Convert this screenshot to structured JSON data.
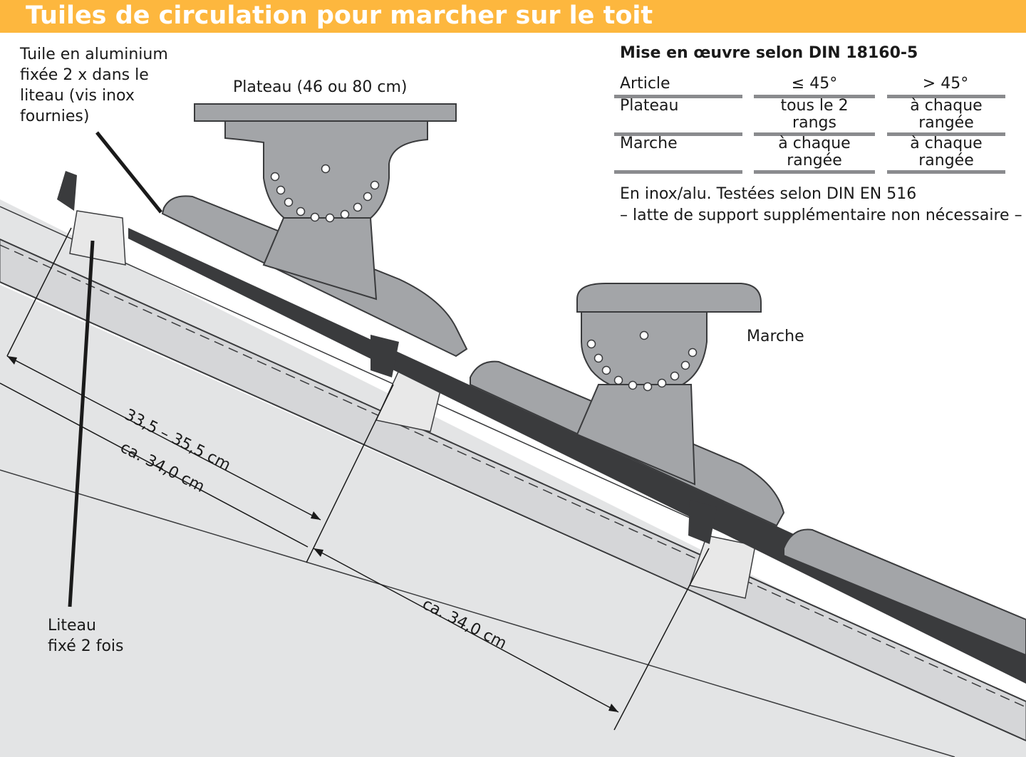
{
  "title": "Tuiles de circulation pour marcher sur le toit",
  "labels": {
    "tuile_alu": [
      "Tuile en aluminium",
      "fixée 2 x dans le",
      "liteau (vis inox",
      "fournies)"
    ],
    "plateau": "Plateau (46 ou 80 cm)",
    "marche": "Marche",
    "liteau": [
      "Liteau",
      "fixé 2 fois"
    ]
  },
  "table": {
    "heading": "Mise en œuvre selon DIN 18160-5",
    "columns": [
      "Article",
      "≤ 45°",
      "> 45°"
    ],
    "rows": [
      [
        "Plateau",
        "tous le 2 rangs",
        "à chaque rangée"
      ],
      [
        "Marche",
        "à chaque rangée",
        "à chaque rangée"
      ]
    ]
  },
  "notes": [
    "En inox/alu. Testées selon DIN EN 516",
    "– latte de support supplémentaire non nécessaire –"
  ],
  "dimensions": {
    "d1": "33,5 – 35,5 cm",
    "d2": "ca. 34,0 cm",
    "d3": "ca. 34,0 cm"
  },
  "colors": {
    "title_bar": "#fdb73e",
    "roof_panel": "#e3e4e5",
    "tile_gray": "#a3a5a8",
    "tile_dark": "#3a3b3d",
    "rule_gray": "#8a8b8e"
  }
}
